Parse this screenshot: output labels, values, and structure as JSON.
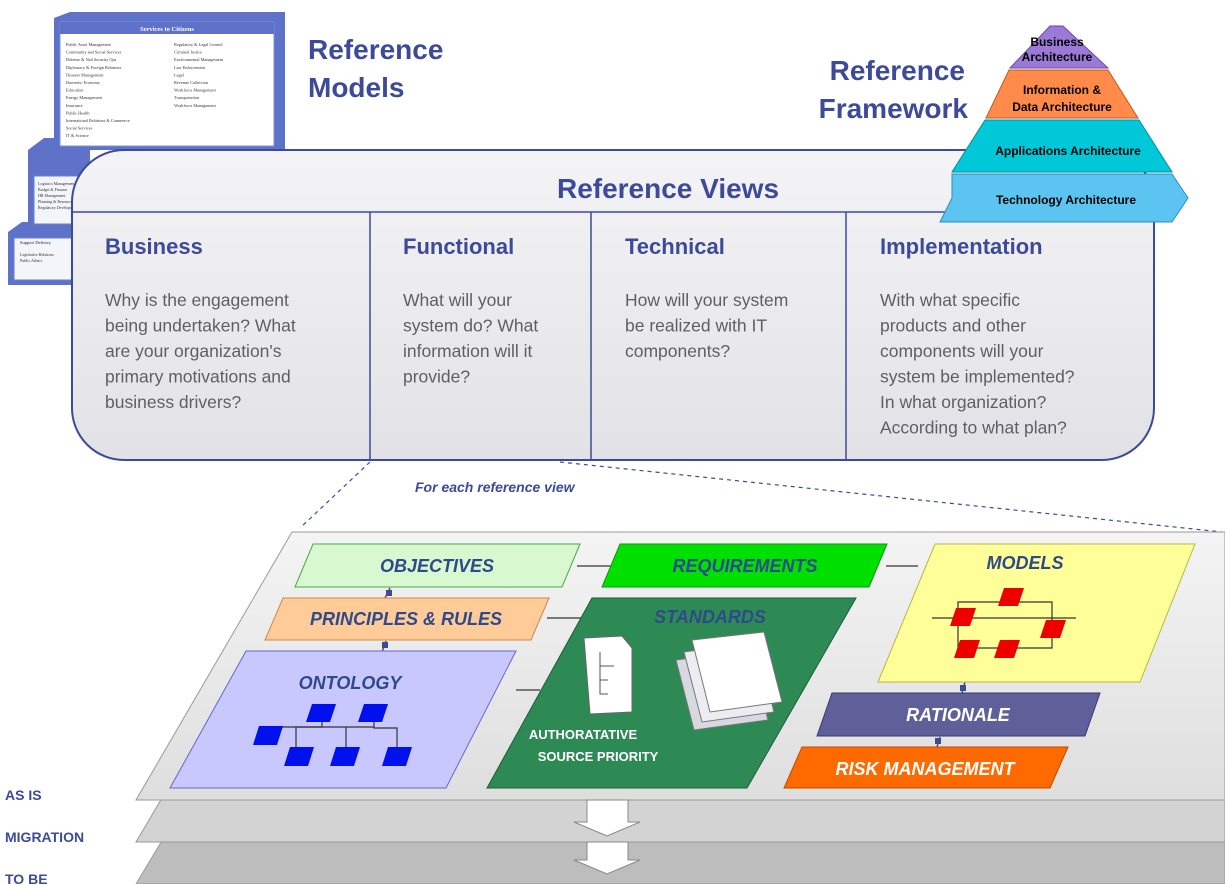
{
  "reference_models": {
    "title_line1": "Reference",
    "title_line2": "Models",
    "doc_header": "Services to Citizens",
    "doc_col1": [
      "Public Asset Management",
      "Community and Social Services",
      "Defense & Natl Security Ops",
      "Diplomacy & Foreign Relations",
      "Disaster Management",
      "Domestic Economy",
      "Education",
      "Energy Management",
      "Insurance",
      "Public Health",
      "International Relations & Commerce",
      "Social Services",
      "IT & Science"
    ],
    "doc_col2": [
      "Regulatory & Legal Control",
      "Criminal Justice",
      "Environmental Management",
      "Law Enforcement",
      "Legal",
      "Revenue Collection",
      "Workforce Management",
      "Transportation",
      "Workforce Management"
    ],
    "doc2_lines": [
      "Logistics Management",
      "Budget & Finance",
      "HR Management",
      "Planning & Resource",
      "Regulatory Development"
    ],
    "doc3_header": "Support Delivery",
    "doc3_lines": [
      "Legislative Relations",
      "Public Affairs"
    ]
  },
  "reference_framework": {
    "title_line1": "Reference",
    "title_line2": "Framework",
    "layers": [
      {
        "line1": "Business",
        "line2": "Architecture",
        "color": "#9b79d6"
      },
      {
        "line1": "Information &",
        "line2": "Data Architecture",
        "color": "#ff8a4a"
      },
      {
        "line1": "Applications Architecture",
        "line2": "",
        "color": "#00c8d8"
      },
      {
        "line1": "Technology Architecture",
        "line2": "",
        "color": "#5cc4f0"
      }
    ]
  },
  "reference_views": {
    "title": "Reference Views",
    "columns": [
      {
        "heading": "Business",
        "lines": [
          "Why is the engagement",
          "being undertaken? What",
          "are your organization's",
          "primary motivations and",
          "business drivers?"
        ]
      },
      {
        "heading": "Functional",
        "lines": [
          "What will your",
          "system do? What",
          "information will it",
          "provide?"
        ]
      },
      {
        "heading": "Technical",
        "lines": [
          "How will your system",
          "be realized with IT",
          "components?"
        ]
      },
      {
        "heading": "Implementation",
        "lines": [
          "With what specific",
          "products and other",
          "components will your",
          "system be implemented?",
          "In what organization?",
          "According to what plan?"
        ]
      }
    ],
    "caption": "For each reference view"
  },
  "elements": {
    "objectives": "OBJECTIVES",
    "requirements": "REQUIREMENTS",
    "models": "MODELS",
    "principles": "PRINCIPLES & RULES",
    "standards": "STANDARDS",
    "ontology": "ONTOLOGY",
    "rationale": "RATIONALE",
    "risk": "RISK MANAGEMENT",
    "authoritative_line1": "AUTHORATATIVE",
    "authoritative_line2": "SOURCE PRIORITY"
  },
  "layers_labels": {
    "as_is": "AS IS",
    "migration": "MIGRATION",
    "to_be": "TO BE"
  },
  "colors": {
    "title_blue": "#3c4a99",
    "objectives": "#d8f8d0",
    "requirements": "#00e000",
    "models": "#ffff99",
    "principles": "#ffcc99",
    "standards": "#2e8a55",
    "ontology": "#c8c8ff",
    "rationale": "#5f5f99",
    "risk": "#ff6a00",
    "node_blue": "#0011ee",
    "node_red": "#ee0000"
  }
}
